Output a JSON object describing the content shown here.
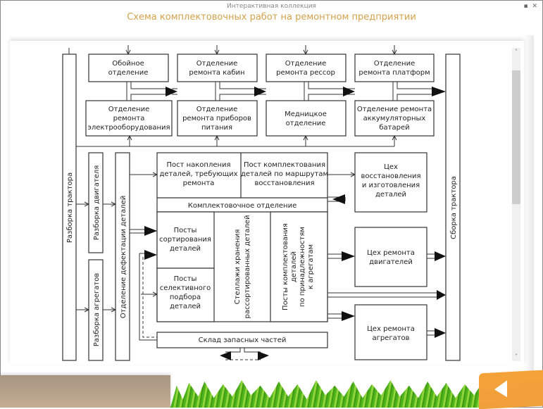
{
  "window": {
    "subtitle": "Интерактивная коллекция",
    "title": "Схема комплектовочных работ на ремонтном предприятии",
    "minimize_icon": "▪",
    "close_icon": "✕"
  },
  "diagram": {
    "left_column": {
      "disassembly_tractor": "Разборка трактора",
      "disassembly_engine": "Разборка двигателя",
      "disassembly_units": "Разборка агрегатов",
      "defect_dept": "Отделение дефектации деталей"
    },
    "top_row": [
      [
        "Обойное",
        "отделение"
      ],
      [
        "Отделение",
        "ремонта кабин"
      ],
      [
        "Отделение",
        "ремонта рессор"
      ],
      [
        "Отделение",
        "ремонта платформ"
      ]
    ],
    "second_row": [
      [
        "Отделение",
        "ремонта",
        "электрооборудования"
      ],
      [
        "Отделение",
        "ремонта приборов",
        "питания"
      ],
      [
        "Медницкое",
        "отделение"
      ],
      [
        "Отделение ремонта",
        "аккумуляторных",
        "батарей"
      ]
    ],
    "kit_area": {
      "accumulation_post": [
        "Пост накопления",
        "деталей, требующих",
        "ремонта"
      ],
      "route_kit_post": [
        "Пост комплектования",
        "деталей по маршрутам",
        "восстановления"
      ],
      "kit_department": "Комплектовочное отделение",
      "sorting_posts": [
        "Посты",
        "сортирования",
        "деталей"
      ],
      "selective_posts": [
        "Посты",
        "селективного",
        "подбора",
        "деталей"
      ],
      "storage_racks": [
        "Стеллажи хранения",
        "рассортированных деталей"
      ],
      "unit_kit_posts": [
        "Посты комплектования",
        "деталей",
        "по принадлежностям",
        "к агрегатам"
      ],
      "spare_parts_warehouse": "Склад запасных частей"
    },
    "right_column": {
      "restoration_shop": [
        "Цех",
        "восстановления",
        "и изготовления",
        "деталей"
      ],
      "engine_repair_shop": [
        "Цех ремонта",
        "двигателей"
      ],
      "unit_repair_shop": [
        "Цех ремонта",
        "агрегатов"
      ],
      "tractor_assembly": "Сборка трактора"
    }
  },
  "scrollbar": {
    "up_icon": "˄",
    "down_icon": "˅"
  },
  "navigation": {
    "back_icon": "triangle-left"
  }
}
